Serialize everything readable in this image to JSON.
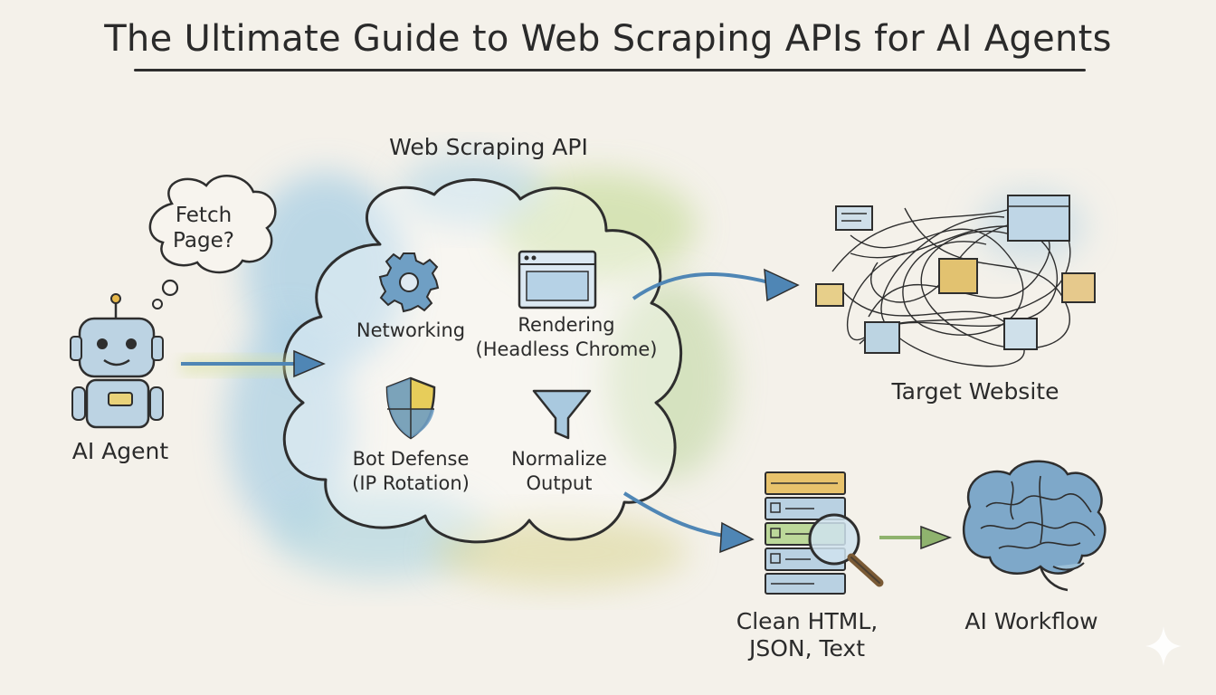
{
  "title": "The Ultimate Guide to Web Scraping APIs for AI Agents",
  "thought_bubble": {
    "line1": "Fetch",
    "line2": "Page?"
  },
  "api": {
    "label": "Web Scraping API",
    "features": [
      {
        "line1": "Networking",
        "line2": "",
        "icon": "gear-icon"
      },
      {
        "line1": "Rendering",
        "line2": "(Headless Chrome)",
        "icon": "browser-window-icon"
      },
      {
        "line1": "Bot Defense",
        "line2": "(IP Rotation)",
        "icon": "shield-icon"
      },
      {
        "line1": "Normalize",
        "line2": "Output",
        "icon": "funnel-icon"
      }
    ]
  },
  "agent": {
    "label": "AI Agent",
    "icon": "robot-icon"
  },
  "target": {
    "label": "Target Website",
    "icon": "tangled-web-icon"
  },
  "clean": {
    "line1": "Clean HTML,",
    "line2": "JSON, Text",
    "icon": "document-search-icon"
  },
  "workflow": {
    "label": "AI Workflow",
    "icon": "brain-icon"
  },
  "colors": {
    "ink": "#2b2b2b",
    "blue_wash": "#9cc7e0",
    "green_wash": "#c8deb0",
    "yellow_wash": "#e9d9a0",
    "arrow_blue": "#4f86b5"
  }
}
